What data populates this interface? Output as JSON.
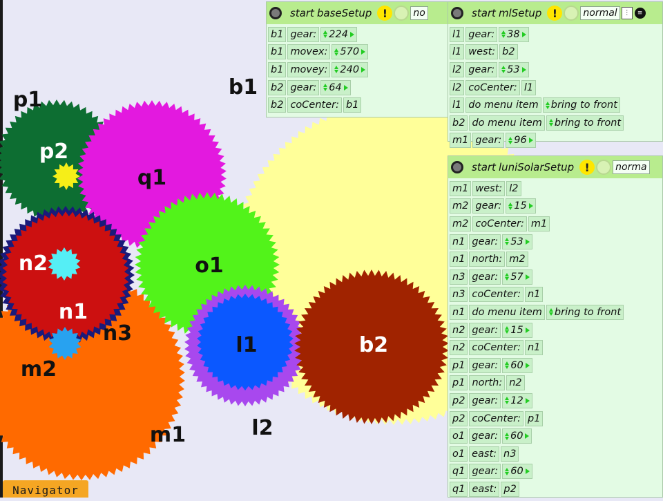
{
  "gear_labels": [
    {
      "key": "p1",
      "text": "p1"
    },
    {
      "key": "p2",
      "text": "p2"
    },
    {
      "key": "q1",
      "text": "q1"
    },
    {
      "key": "b1",
      "text": "b1"
    },
    {
      "key": "n2",
      "text": "n2"
    },
    {
      "key": "n1",
      "text": "n1"
    },
    {
      "key": "n3",
      "text": "n3"
    },
    {
      "key": "o1",
      "text": "o1"
    },
    {
      "key": "m2",
      "text": "m2"
    },
    {
      "key": "l1",
      "text": "l1"
    },
    {
      "key": "b2",
      "text": "b2"
    },
    {
      "key": "m1",
      "text": "m1"
    },
    {
      "key": "l2",
      "text": "l2"
    }
  ],
  "colors": {
    "background": "#e8e8f6",
    "b1": "#ffff99",
    "m1": "#ff6a00",
    "p1": "#0d6e32",
    "q1": "#e319df",
    "n1": "#cc1010",
    "n1_rim": "#1a1a7a",
    "o1": "#52f31a",
    "l2": "#a848ee",
    "l1": "#0b58ff",
    "b2": "#a02300",
    "p2": "#f6ee18",
    "n2": "#55eef5",
    "m2": "#28a2f0",
    "panel_bg": "#e3fbe4",
    "panel_header": "#b8ec8e",
    "navigator": "#f5a623"
  },
  "panels": {
    "baseSetup": {
      "start": "start",
      "name": "baseSetup",
      "bang": "!",
      "mode": "no",
      "rows": [
        {
          "target": "b1",
          "prop": "gear:",
          "value": "224"
        },
        {
          "target": "b1",
          "prop": "movex:",
          "value": "570"
        },
        {
          "target": "b1",
          "prop": "movey:",
          "value": "240"
        },
        {
          "target": "b2",
          "prop": "gear:",
          "value": "64"
        },
        {
          "target": "b2",
          "prop": "coCenter:",
          "value": "b1"
        }
      ]
    },
    "mlSetup": {
      "start": "start",
      "name": "mlSetup",
      "bang": "!",
      "mode": "normal",
      "rows": [
        {
          "target": "l1",
          "prop": "gear:",
          "value": "38"
        },
        {
          "target": "l1",
          "prop": "west:",
          "value": "b2"
        },
        {
          "target": "l2",
          "prop": "gear:",
          "value": "53"
        },
        {
          "target": "l2",
          "prop": "coCenter:",
          "value": "l1"
        },
        {
          "target": "l1",
          "prop": "do menu item",
          "value": "bring to front"
        },
        {
          "target": "b2",
          "prop": "do menu item",
          "value": "bring to front"
        },
        {
          "target": "m1",
          "prop": "gear:",
          "value": "96"
        }
      ]
    },
    "luniSolarSetup": {
      "start": "start",
      "name": "luniSolarSetup",
      "bang": "!",
      "mode": "norma",
      "rows": [
        {
          "target": "m1",
          "prop": "west:",
          "value": "l2"
        },
        {
          "target": "m2",
          "prop": "gear:",
          "value": "15"
        },
        {
          "target": "m2",
          "prop": "coCenter:",
          "value": "m1"
        },
        {
          "target": "n1",
          "prop": "gear:",
          "value": "53"
        },
        {
          "target": "n1",
          "prop": "north:",
          "value": "m2"
        },
        {
          "target": "n3",
          "prop": "gear:",
          "value": "57"
        },
        {
          "target": "n3",
          "prop": "coCenter:",
          "value": "n1"
        },
        {
          "target": "n1",
          "prop": "do menu item",
          "value": "bring to front"
        },
        {
          "target": "n2",
          "prop": "gear:",
          "value": "15"
        },
        {
          "target": "n2",
          "prop": "coCenter:",
          "value": "n1"
        },
        {
          "target": "p1",
          "prop": "gear:",
          "value": "60"
        },
        {
          "target": "p1",
          "prop": "north:",
          "value": "n2"
        },
        {
          "target": "p2",
          "prop": "gear:",
          "value": "12"
        },
        {
          "target": "p2",
          "prop": "coCenter:",
          "value": "p1"
        },
        {
          "target": "o1",
          "prop": "gear:",
          "value": "60"
        },
        {
          "target": "o1",
          "prop": "east:",
          "value": "n3"
        },
        {
          "target": "q1",
          "prop": "gear:",
          "value": "60"
        },
        {
          "target": "q1",
          "prop": "east:",
          "value": "p2"
        }
      ]
    }
  },
  "navigator": {
    "label": "Navigator"
  }
}
